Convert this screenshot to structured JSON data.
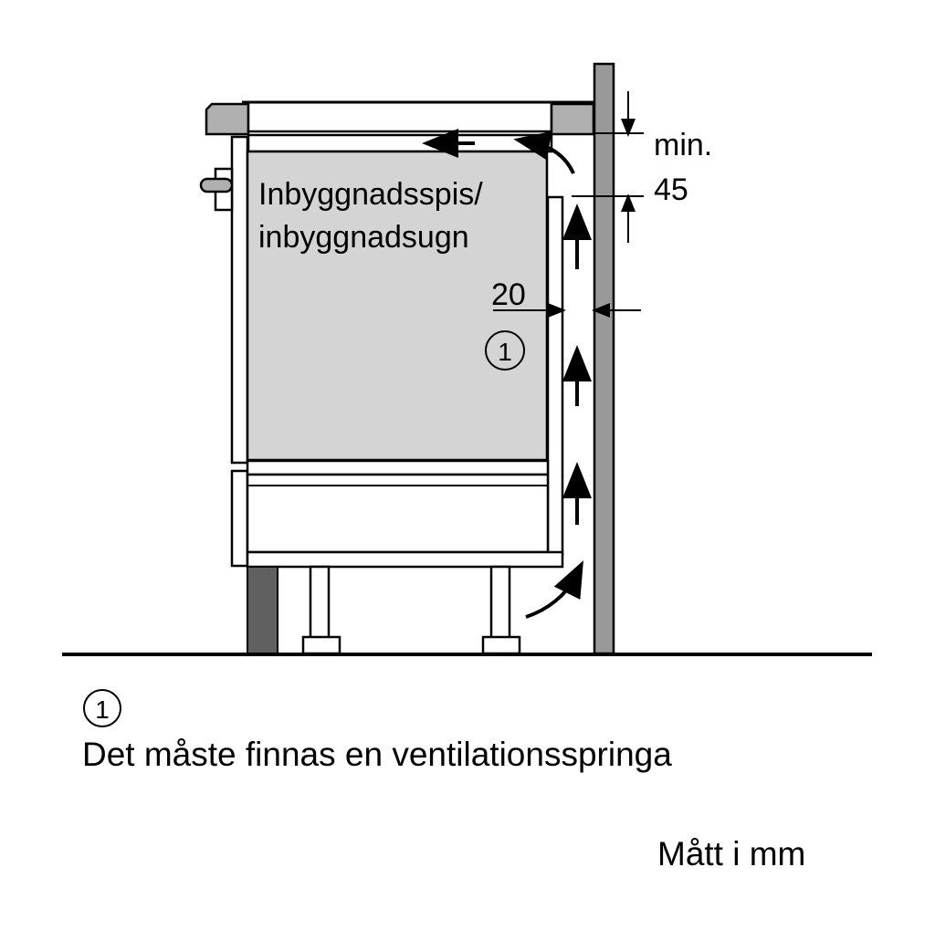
{
  "appliance": {
    "label_line1": "Inbyggnadsspis/",
    "label_line2": "inbyggnadsugn"
  },
  "dimensions": {
    "gap_top_line1": "min.",
    "gap_top_line2": "45",
    "side_gap": "20"
  },
  "callout": {
    "marker": "1"
  },
  "legend": {
    "marker": "1",
    "text": "Det måste finnas en ventilationsspringa"
  },
  "units_note": "Mått i mm",
  "colors": {
    "appliance_fill": "#d4d4d4",
    "wall_fill": "#999999",
    "hob_edge_fill": "#b0b0b0",
    "plinth_fill": "#606060",
    "line": "#000000"
  }
}
